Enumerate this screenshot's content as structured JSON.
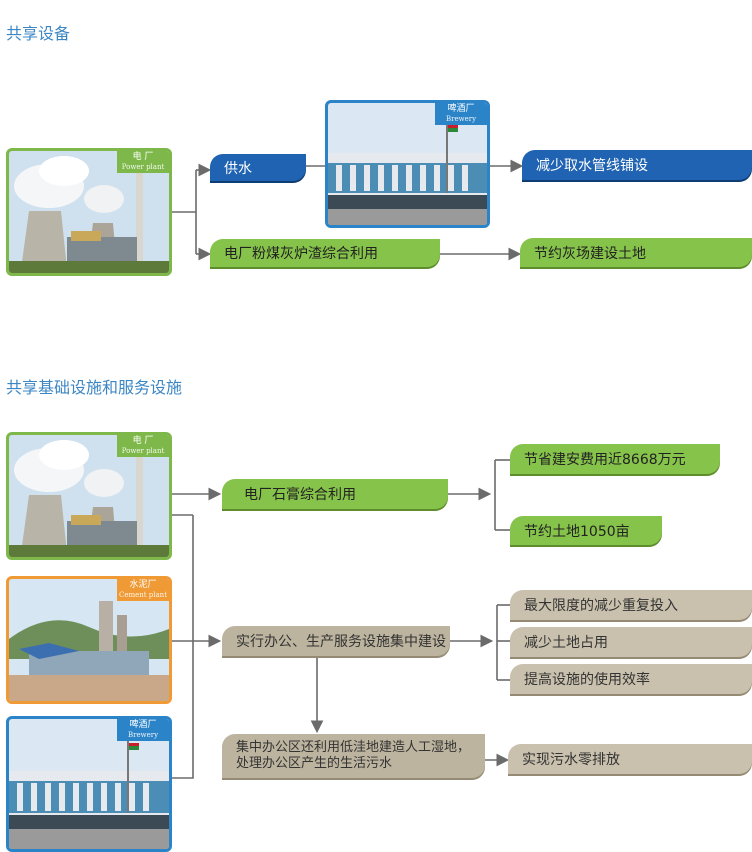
{
  "section1": {
    "title": "共享设备",
    "power_plant": {
      "cn": "电 厂",
      "en": "Power plant"
    },
    "brewery": {
      "cn": "啤酒厂",
      "en": "Brewery"
    },
    "water_supply": "供水",
    "reduce_pipeline": "减少取水管线铺设",
    "fly_ash": "电厂粉煤灰炉渣综合利用",
    "save_land": "节约灰场建设土地"
  },
  "section2": {
    "title": "共享基础设施和服务设施",
    "power_plant": {
      "cn": "电 厂",
      "en": "Power plant"
    },
    "cement_plant": {
      "cn": "水泥厂",
      "en": "Cement plant"
    },
    "brewery": {
      "cn": "啤酒厂",
      "en": "Brewery"
    },
    "gypsum": "电厂石膏综合利用",
    "save_cost": "节省建安费用近8668万元",
    "save_land": "节约土地1050亩",
    "centralized": "实行办公、生产服务设施集中建设",
    "reduce_investment": "最大限度的减少重复投入",
    "reduce_land": "减少土地占用",
    "efficiency": "提高设施的使用效率",
    "wetland": "集中办公区还利用低洼地建造人工湿地，处理办公区产生的生活污水",
    "zero_discharge": "实现污水零排放"
  }
}
